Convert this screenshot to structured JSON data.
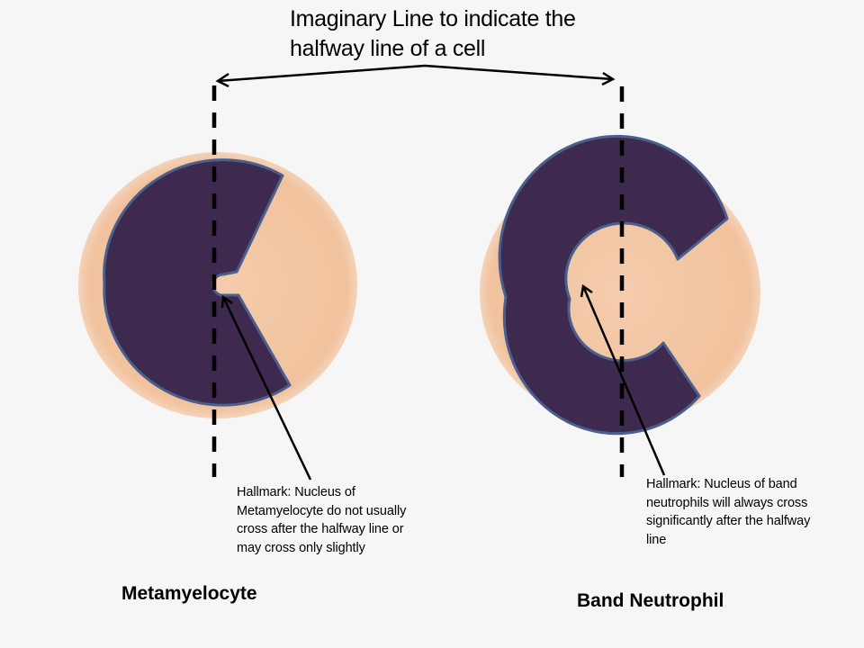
{
  "title": {
    "text": "Imaginary Line to indicate the\nhalfway line of a cell"
  },
  "cells": [
    {
      "name": "Metamyelocyte",
      "label": "Metamyelocyte",
      "note": "Hallmark: Nucleus of\nMetamyelocyte do not usually\ncross after the halfway line or\nmay cross only slightly"
    },
    {
      "name": "Band Neutrophil",
      "label": "Band Neutrophil",
      "note": "Hallmark: Nucleus of band\nneutrophils will always cross\nsignificantly after the halfway\nline"
    }
  ],
  "colors": {
    "background": "#f6f6f6",
    "cytoplasm": "#f2c6a3",
    "cytoplasm_edge": "#f4d4bb",
    "nucleus": "#3d2a4e",
    "nucleus_border": "#4b5f8e",
    "lines": "#000000"
  }
}
